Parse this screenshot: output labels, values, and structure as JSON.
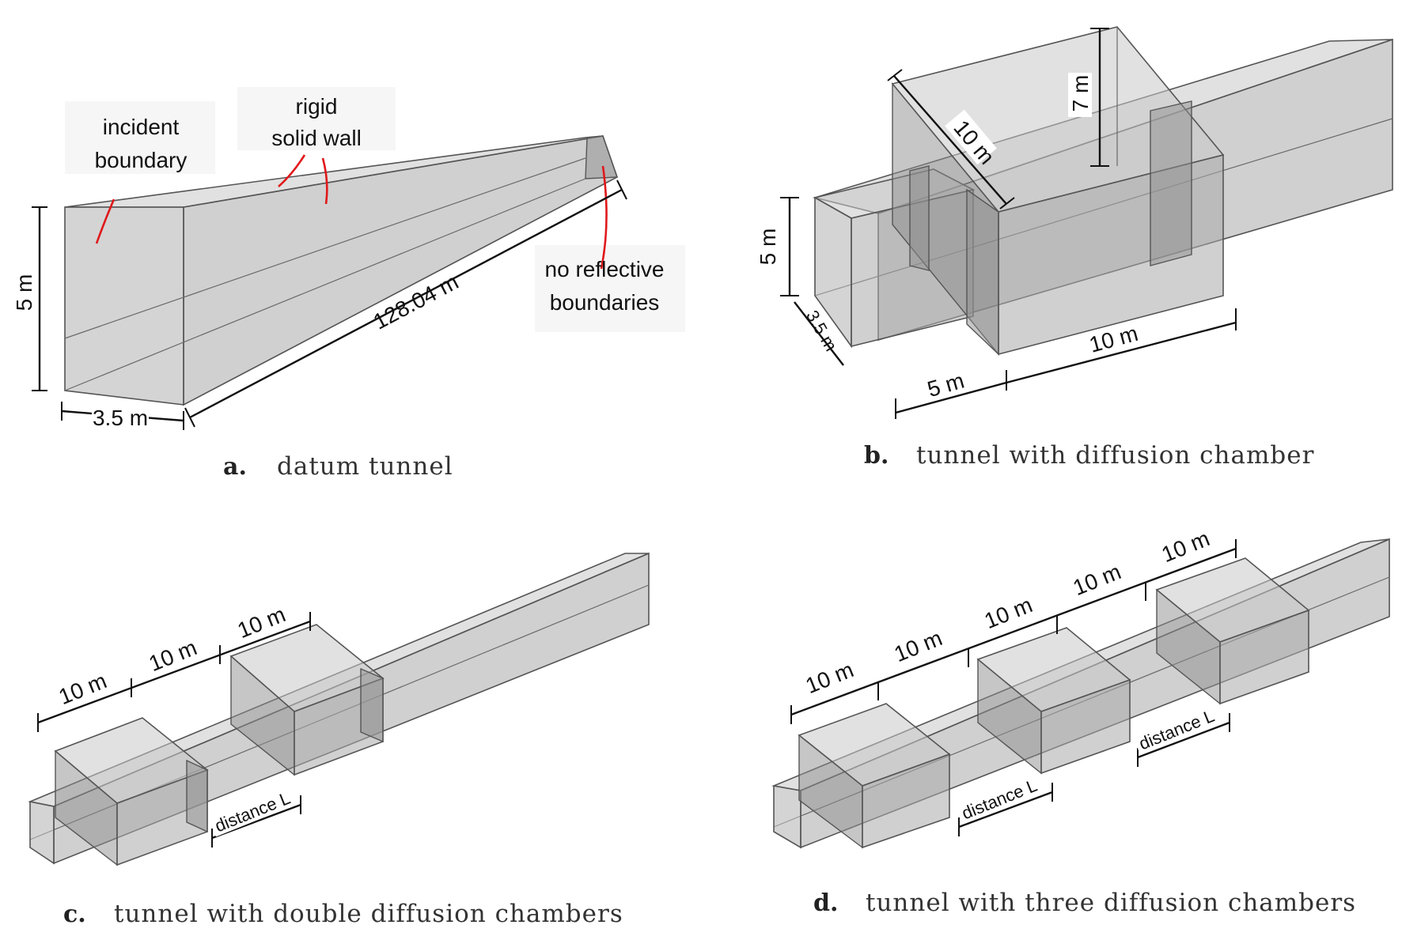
{
  "panel_a": {
    "letter": "a.",
    "caption": "datum tunnel",
    "label_incident_1": "incident",
    "label_incident_2": "boundary",
    "label_rigid_1": "rigid",
    "label_rigid_2": "solid wall",
    "label_noreflect_1": "no reflective",
    "label_noreflect_2": "boundaries",
    "dim_height": "5 m",
    "dim_width": "3.5 m",
    "dim_length": "128.04 m"
  },
  "panel_b": {
    "letter": "b.",
    "caption": "tunnel with diffusion chamber",
    "dim_chamber_depth": "10 m",
    "dim_chamber_height": "7 m",
    "dim_tunnel_height": "5 m",
    "dim_tunnel_width": "3.5 m",
    "dim_tunnel_length": "5 m",
    "dim_chamber_length": "10 m"
  },
  "panel_c": {
    "letter": "c.",
    "caption": "tunnel with double diffusion chambers",
    "dim_1": "10 m",
    "dim_2": "10 m",
    "dim_3": "10 m",
    "dim_distance": "distance L"
  },
  "panel_d": {
    "letter": "d.",
    "caption": "tunnel with three diffusion chambers",
    "dim_1": "10 m",
    "dim_2": "10 m",
    "dim_3": "10 m",
    "dim_4": "10 m",
    "dim_5": "10 m",
    "dim_distance_1": "distance L",
    "dim_distance_2": "distance L"
  },
  "colors": {
    "annotation_red": "#e0181a",
    "solid_gray": "#b0b0b0"
  }
}
